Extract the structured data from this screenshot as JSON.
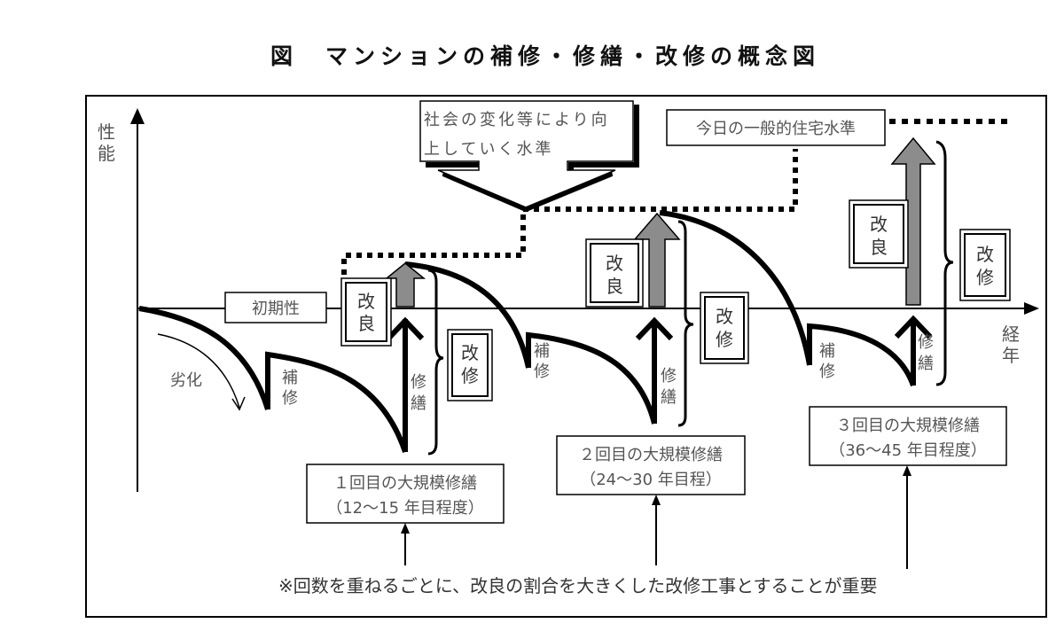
{
  "title": "図　マンションの補修・修繕・改修の概念図",
  "axes": {
    "y_label": [
      "性",
      "能"
    ],
    "x_label": [
      "経",
      "年"
    ]
  },
  "labels": {
    "initial_performance": "初期性",
    "deterioration": "劣化",
    "hoshu": [
      "補",
      "修"
    ],
    "shuzen": [
      "修",
      "繕"
    ],
    "kairyo": [
      "改",
      "良"
    ],
    "kaishu": [
      "改",
      "修"
    ]
  },
  "callouts": {
    "rising_standard": [
      "社会の変化等により向",
      "上していく水準"
    ],
    "current_standard": "今日の一般的住宅水準"
  },
  "major_repairs": [
    {
      "line1": "１回目の大規模修繕",
      "line2": "（12～15 年目程度）"
    },
    {
      "line1": "２回目の大規模修繕",
      "line2": "（24～30 年目程）"
    },
    {
      "line1": "３回目の大規模修繕",
      "line2": "（36～45 年目程度）"
    }
  ],
  "footnote": "※回数を重ねるごとに、改良の割合を大きくした改修工事とすることが重要",
  "colors": {
    "stroke": "#000000",
    "improvement_arrow": "#8c8c8c",
    "text": "#555555"
  }
}
